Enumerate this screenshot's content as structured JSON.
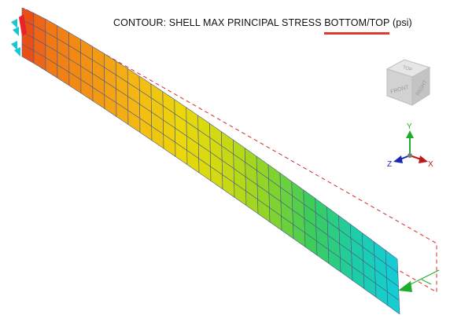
{
  "title": {
    "prefix": "CONTOUR: SHELL MAX PRINCIPAL STRESS ",
    "highlight": "BOTTOM/TOP",
    "suffix": " (psi)"
  },
  "view_cube": {
    "top": "TOP",
    "front": "FRONT",
    "right": "RIGHT"
  },
  "triad": {
    "x": "X",
    "y": "Y",
    "z": "Z"
  },
  "colors": {
    "title_underline": "#e03a2e",
    "mesh_line": "#4a5a8a",
    "undeformed_outline": "#d62a2a",
    "constraint": "#19c6d1",
    "load": "#1aae2a"
  }
}
